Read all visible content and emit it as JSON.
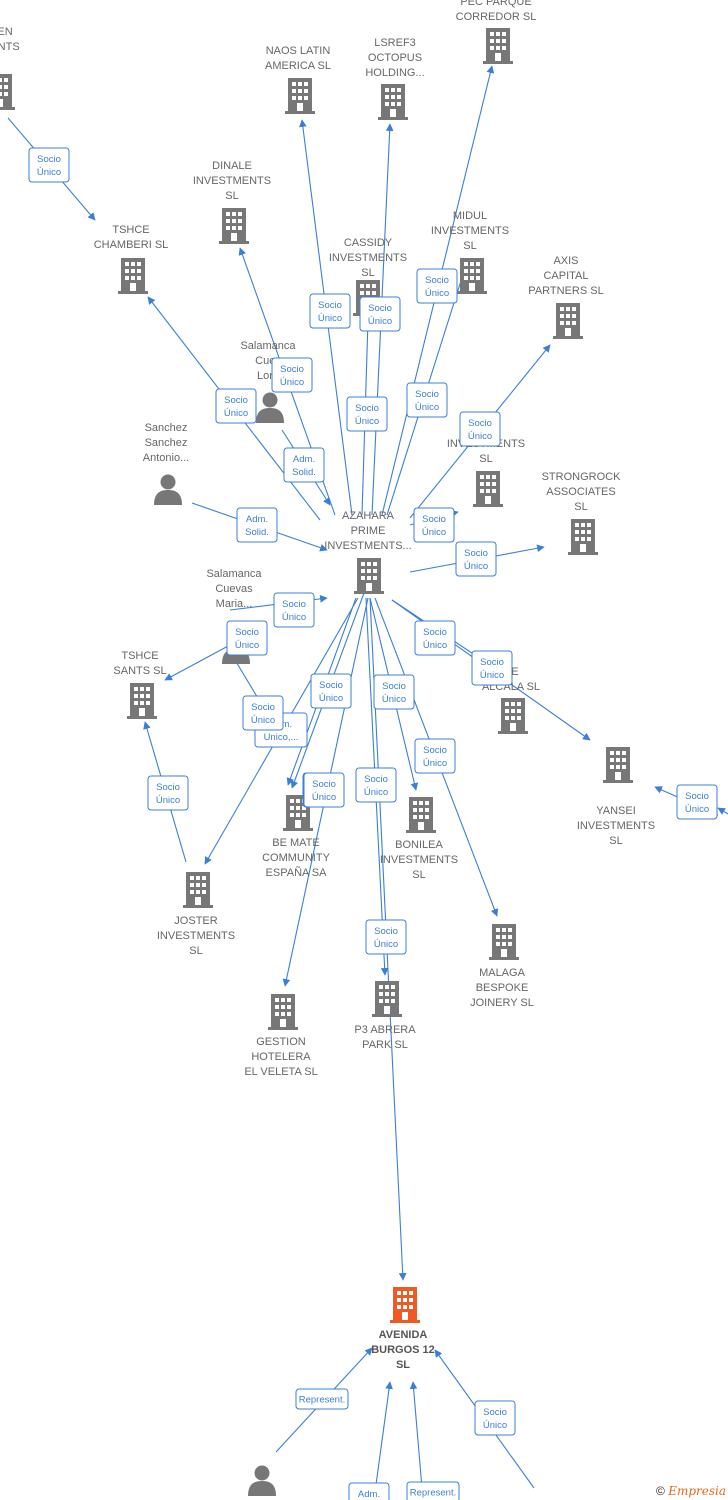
{
  "colors": {
    "edge": "#3b7fd4",
    "company": "#777777",
    "main": "#ee5a24",
    "person": "#777777"
  },
  "nodes": [
    {
      "id": "en_ents",
      "type": "company",
      "lines": [
        "EN",
        "ENTS"
      ]
    },
    {
      "id": "pec_parque",
      "type": "company",
      "lines": [
        "PEC PARQUE",
        "CORREDOR  SL"
      ]
    },
    {
      "id": "naos",
      "type": "company",
      "lines": [
        "NAOS LATIN",
        "AMERICA  SL"
      ]
    },
    {
      "id": "lsref3",
      "type": "company",
      "lines": [
        "LSREF3",
        "OCTOPUS",
        "HOLDING..."
      ]
    },
    {
      "id": "dinale",
      "type": "company",
      "lines": [
        "DINALE",
        "INVESTMENTS",
        "SL"
      ]
    },
    {
      "id": "tshce_chamberi",
      "type": "company",
      "lines": [
        "TSHCE",
        "CHAMBERI  SL"
      ]
    },
    {
      "id": "cassidy",
      "type": "company",
      "lines": [
        "CASSIDY",
        "INVESTMENTS",
        "SL"
      ]
    },
    {
      "id": "midul",
      "type": "company",
      "lines": [
        "MIDUL",
        "INVESTMENTS",
        "SL"
      ]
    },
    {
      "id": "axis",
      "type": "company",
      "lines": [
        "AXIS",
        "CAPITAL",
        "PARTNERS  SL"
      ]
    },
    {
      "id": "salamanca_lore",
      "type": "person",
      "lines": [
        "Salamanca",
        "Cuev",
        "Lore"
      ]
    },
    {
      "id": "sanchez",
      "type": "person",
      "lines": [
        "Sanchez",
        "Sanchez",
        "Antonio..."
      ]
    },
    {
      "id": "ia_investments",
      "type": "company",
      "lines": [
        "IA",
        "INVESTMENTS",
        "SL"
      ]
    },
    {
      "id": "strongrock",
      "type": "company",
      "lines": [
        "STRONGROCK",
        "ASSOCIATES",
        "SL"
      ]
    },
    {
      "id": "azahara",
      "type": "company",
      "lines": [
        "AZAHARA",
        "PRIME",
        "INVESTMENTS..."
      ]
    },
    {
      "id": "salamanca_maria",
      "type": "person",
      "lines": [
        "Salamanca",
        "Cuevas",
        "Maria..."
      ]
    },
    {
      "id": "tshce_sants",
      "type": "company",
      "lines": [
        "TSHCE",
        "SANTS  SL"
      ]
    },
    {
      "id": "ce_alcala",
      "type": "company",
      "lines": [
        "CE",
        "ALCALA  SL"
      ]
    },
    {
      "id": "yansei",
      "type": "company",
      "lines": [
        "YANSEI",
        "INVESTMENTS",
        "SL"
      ]
    },
    {
      "id": "be_mate",
      "type": "company",
      "lines": [
        "BE MATE",
        "COMMUNITY",
        "ESPAÑA SA"
      ]
    },
    {
      "id": "bonilea",
      "type": "company",
      "lines": [
        "BONILEA",
        "INVESTMENTS",
        "SL"
      ]
    },
    {
      "id": "joster",
      "type": "company",
      "lines": [
        "JOSTER",
        "INVESTMENTS",
        "SL"
      ]
    },
    {
      "id": "malaga",
      "type": "company",
      "lines": [
        "MALAGA",
        "BESPOKE",
        "JOINERY  SL"
      ]
    },
    {
      "id": "p3_abrera",
      "type": "company",
      "lines": [
        "P3 ABRERA",
        "PARK  SL"
      ]
    },
    {
      "id": "gestion",
      "type": "company",
      "lines": [
        "GESTION",
        "HOTELERA",
        "EL VELETA  SL"
      ]
    },
    {
      "id": "avenida",
      "type": "main",
      "lines": [
        "AVENIDA",
        "BURGOS 12",
        "SL"
      ]
    },
    {
      "id": "person_bottom",
      "type": "person",
      "lines": []
    }
  ],
  "edges": [
    {
      "label": [
        "Socio",
        "Único"
      ]
    },
    {
      "label": [
        "Socio",
        "Único"
      ]
    },
    {
      "label": [
        "Socio",
        "Único"
      ]
    },
    {
      "label": [
        "Socio",
        "Único"
      ]
    },
    {
      "label": [
        "Socio",
        "Único"
      ]
    },
    {
      "label": [
        "Socio",
        "Único"
      ]
    },
    {
      "label": [
        "Socio",
        "Único"
      ]
    },
    {
      "label": [
        "Socio",
        "Único"
      ]
    },
    {
      "label": [
        "Socio",
        "Único"
      ]
    },
    {
      "label": [
        "Adm.",
        "Solid."
      ]
    },
    {
      "label": [
        "Adm.",
        "Solid."
      ]
    },
    {
      "label": [
        "Socio",
        "Único"
      ]
    },
    {
      "label": [
        "Socio",
        "Único"
      ]
    },
    {
      "label": [
        "Socio",
        "Único"
      ]
    },
    {
      "label": [
        "Socio",
        "Único"
      ]
    },
    {
      "label": [
        "Socio",
        "Único"
      ]
    },
    {
      "label": [
        "Socio",
        "Único"
      ]
    },
    {
      "label": [
        "Socio",
        "Único"
      ]
    },
    {
      "label": [
        "Socio",
        "Único"
      ]
    },
    {
      "label": [
        "Adm.",
        "Unico,..."
      ]
    },
    {
      "label": [
        "Socio",
        "Único"
      ]
    },
    {
      "label": [
        "Socio",
        "Único"
      ]
    },
    {
      "label": [
        "Socio",
        "Único"
      ]
    },
    {
      "label": [
        "Socio",
        "Único"
      ]
    },
    {
      "label": [
        "Socio",
        "Único"
      ]
    },
    {
      "label": [
        "Socio",
        "Único"
      ]
    },
    {
      "label": [
        "Socio",
        "Único"
      ]
    },
    {
      "label": [
        "Socio",
        "Único"
      ]
    },
    {
      "label": [
        "Represent."
      ]
    },
    {
      "label": [
        "Socio",
        "Único"
      ]
    },
    {
      "label": [
        "Adm.",
        "Solid."
      ]
    },
    {
      "label": [
        "Represent."
      ]
    },
    {
      "label": [
        "Adm."
      ]
    },
    {
      "label": [
        "Socio",
        "Único"
      ]
    },
    {
      "label": []
    }
  ],
  "footer": {
    "symbol": "©",
    "brand": "Empresia"
  }
}
